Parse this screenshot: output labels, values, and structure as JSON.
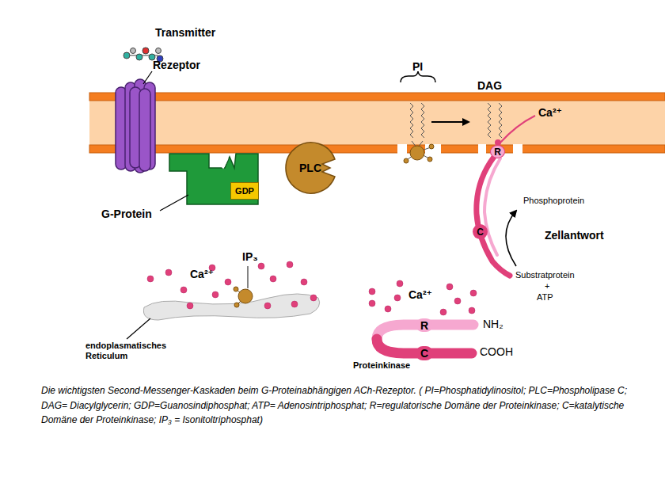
{
  "diagram": {
    "caption": "Die wichtigsten Second-Messenger-Kaskaden beim G-Proteinabhängigen ACh-Rezeptor. ( PI=Phosphatidylinositol; PLC=Phospholipase C; DAG= Diacylglycerin; GDP=Guanosindiphosphat; ATP= Adenosintriphosphat; R=regulatorische Domäne der Proteinkinase; C=katalytische Domäne der Proteinkinase; IP₃ = Isonitoltriphosphat)",
    "nodes": [
      {
        "text": [
          "GDP"
        ]
      },
      {
        "text": [
          "PLC"
        ]
      },
      {
        "text": [
          "R"
        ]
      },
      {
        "text": [
          "C"
        ]
      },
      {
        "text": [
          "R"
        ]
      },
      {
        "text": [
          "C"
        ]
      }
    ],
    "labels": [
      "Transmitter",
      "Rezeptor",
      "G-Protein",
      "PI",
      "DAG",
      "Ca²⁺",
      "Phosphoprotein",
      "Zellantwort",
      "Substratprotein",
      "+",
      "ATP",
      "Ca²⁺",
      "IP₃",
      "endoplasmatisches Reticulum",
      "Ca²⁺",
      "NH₂",
      "COOH",
      "Proteinkinase"
    ]
  }
}
